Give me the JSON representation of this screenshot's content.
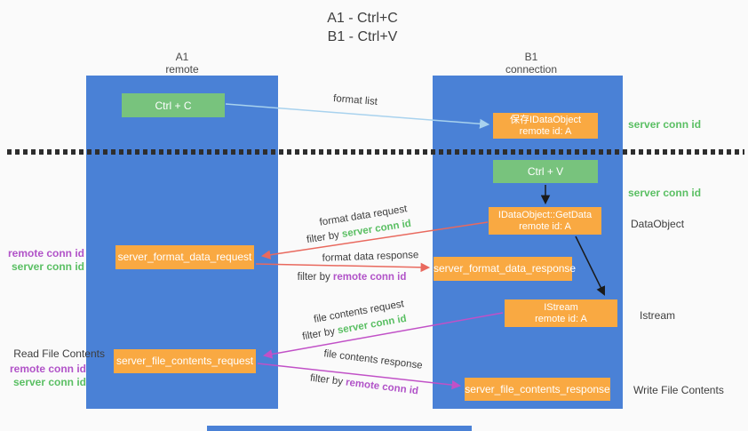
{
  "title": {
    "line1": "A1 - Ctrl+C",
    "line2": "B1 - Ctrl+V"
  },
  "lanes": {
    "a1": {
      "name": "A1",
      "role": "remote"
    },
    "b1": {
      "name": "B1",
      "role": "connection"
    }
  },
  "nodes": {
    "ctrl_c": {
      "label": "Ctrl + C"
    },
    "ctrl_v": {
      "label": "Ctrl + V"
    },
    "save_dataobject": {
      "line1": "保存IDataObject",
      "line2": "remote id: A"
    },
    "getdata": {
      "line1": "IDataObject::GetData",
      "line2": "remote id: A"
    },
    "istream": {
      "line1": "IStream",
      "line2": "remote id: A"
    },
    "format_request": {
      "label": "server_format_data_request"
    },
    "format_response": {
      "label": "server_format_data_response"
    },
    "file_request": {
      "label": "server_file_contents_request"
    },
    "file_response": {
      "label": "server_file_contents_response"
    }
  },
  "annotations": {
    "server_conn_id_top": "server conn id",
    "server_conn_id_mid": "server conn id",
    "dataobject": "DataObject",
    "istream": "Istream",
    "write_file_contents": "Write File Contents",
    "read_file_contents": "Read File Contents",
    "group1": {
      "remote": "remote conn id",
      "server": "server conn id"
    },
    "group2": {
      "remote": "remote conn id",
      "server": "server conn id"
    }
  },
  "arrows": {
    "format_list": {
      "label": "format list"
    },
    "format_data_request": {
      "label": "format data request",
      "filter_prefix": "filter by ",
      "filter_key": "server conn id"
    },
    "format_data_response": {
      "label": "format data response",
      "filter_prefix": "filter by ",
      "filter_key": "remote conn id"
    },
    "file_contents_request": {
      "label": "file contents request",
      "filter_prefix": "filter by ",
      "filter_key": "server conn id"
    },
    "file_contents_response": {
      "label": "file contents response",
      "filter_prefix": "filter by ",
      "filter_key": "remote conn id"
    }
  },
  "colors": {
    "lane_blue": "#4a81d6",
    "green_box": "#78c37d",
    "orange_box": "#f9a942",
    "green_text": "#5abf63",
    "purple_text": "#b153c8",
    "red_arrow": "#e9695e",
    "magenta_arrow": "#c151c7",
    "light_blue_arrow": "#a8d2ee"
  }
}
